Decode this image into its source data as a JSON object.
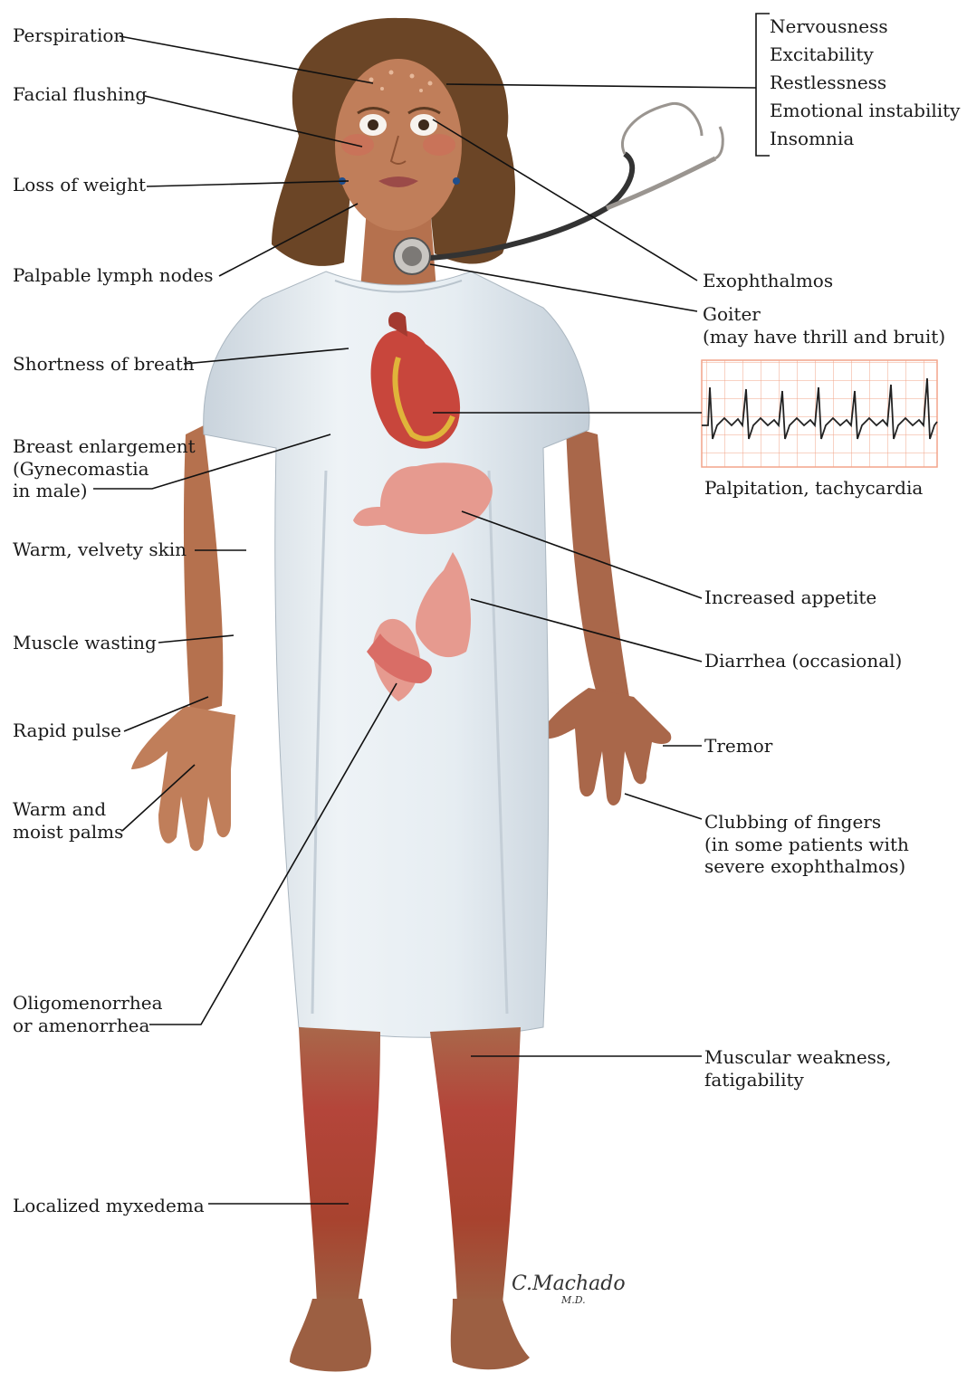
{
  "labels": {
    "perspiration": "Perspiration",
    "facial_flushing": "Facial flushing",
    "loss_of_weight": "Loss of weight",
    "palpable_lymph_nodes": "Palpable lymph nodes",
    "shortness_of_breath": "Shortness of breath",
    "breast_enlargement": [
      "Breast enlargement",
      "(Gynecomastia",
      "in male)"
    ],
    "warm_velvety_skin": "Warm, velvety skin",
    "muscle_wasting": "Muscle wasting",
    "rapid_pulse": "Rapid pulse",
    "warm_moist_palms": [
      "Warm and",
      "moist palms"
    ],
    "oligomenorrhea": [
      "Oligomenorrhea",
      "or amenorrhea"
    ],
    "localized_myxedema": "Localized myxedema",
    "neuro_symptoms": [
      "Nervousness",
      "Excitability",
      "Restlessness",
      "Emotional instability",
      "Insomnia"
    ],
    "exophthalmos": "Exophthalmos",
    "goiter": [
      "Goiter",
      "(may have thrill and bruit)"
    ],
    "palpitation": "Palpitation, tachycardia",
    "increased_appetite": "Increased appetite",
    "diarrhea": "Diarrhea (occasional)",
    "tremor": "Tremor",
    "clubbing": [
      "Clubbing of fingers",
      "(in some patients with",
      "severe exophthalmos)"
    ],
    "muscular_weakness": [
      "Muscular weakness,",
      "fatigability"
    ]
  },
  "signature": "C.Machado M.D.",
  "colors": {
    "skin": "#b5714e",
    "gown": "#dfe7ee",
    "hair": "#6b4526",
    "ecg_grid": "#f2a48a",
    "ecg_trace": "#222222",
    "heart": "#c8463c",
    "organ": "#e69a8f",
    "rash": "#b4453a"
  }
}
